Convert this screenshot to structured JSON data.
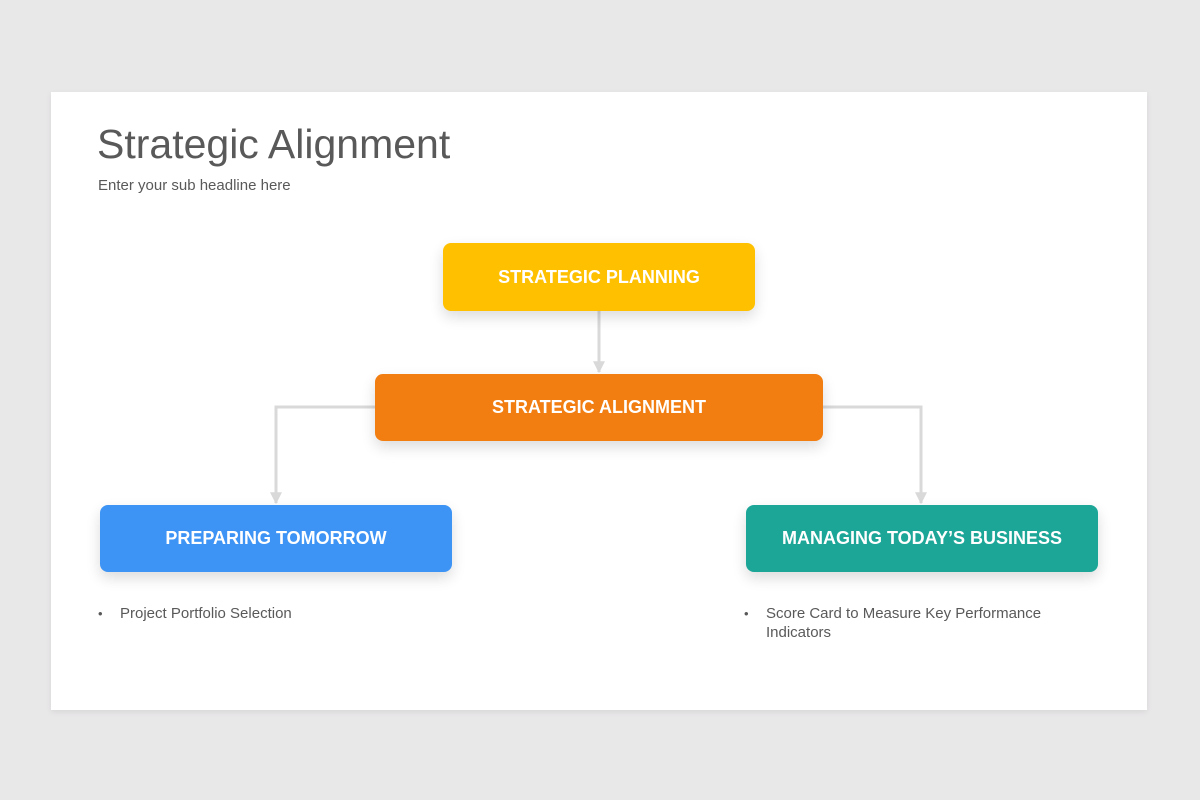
{
  "slide": {
    "title": "Strategic Alignment",
    "subtitle": "Enter your sub headline here"
  },
  "diagram": {
    "nodes": [
      {
        "id": "planning",
        "label": "STRATEGIC PLANNING",
        "color": "#ffc000"
      },
      {
        "id": "alignment",
        "label": "STRATEGIC ALIGNMENT",
        "color": "#f27d10"
      },
      {
        "id": "tomorrow",
        "label": "PREPARING TOMORROW",
        "color": "#3d94f5"
      },
      {
        "id": "today",
        "label": "MANAGING TODAY’S BUSINESS",
        "color": "#1ba698"
      }
    ],
    "edges": [
      {
        "from": "planning",
        "to": "alignment"
      },
      {
        "from": "alignment",
        "to": "tomorrow"
      },
      {
        "from": "alignment",
        "to": "today"
      }
    ],
    "connector_color": "#d9d9d9"
  },
  "lists": {
    "tomorrow": [
      "Project Portfolio Selection"
    ],
    "today": [
      "Score Card to Measure Key Performance Indicators"
    ]
  }
}
